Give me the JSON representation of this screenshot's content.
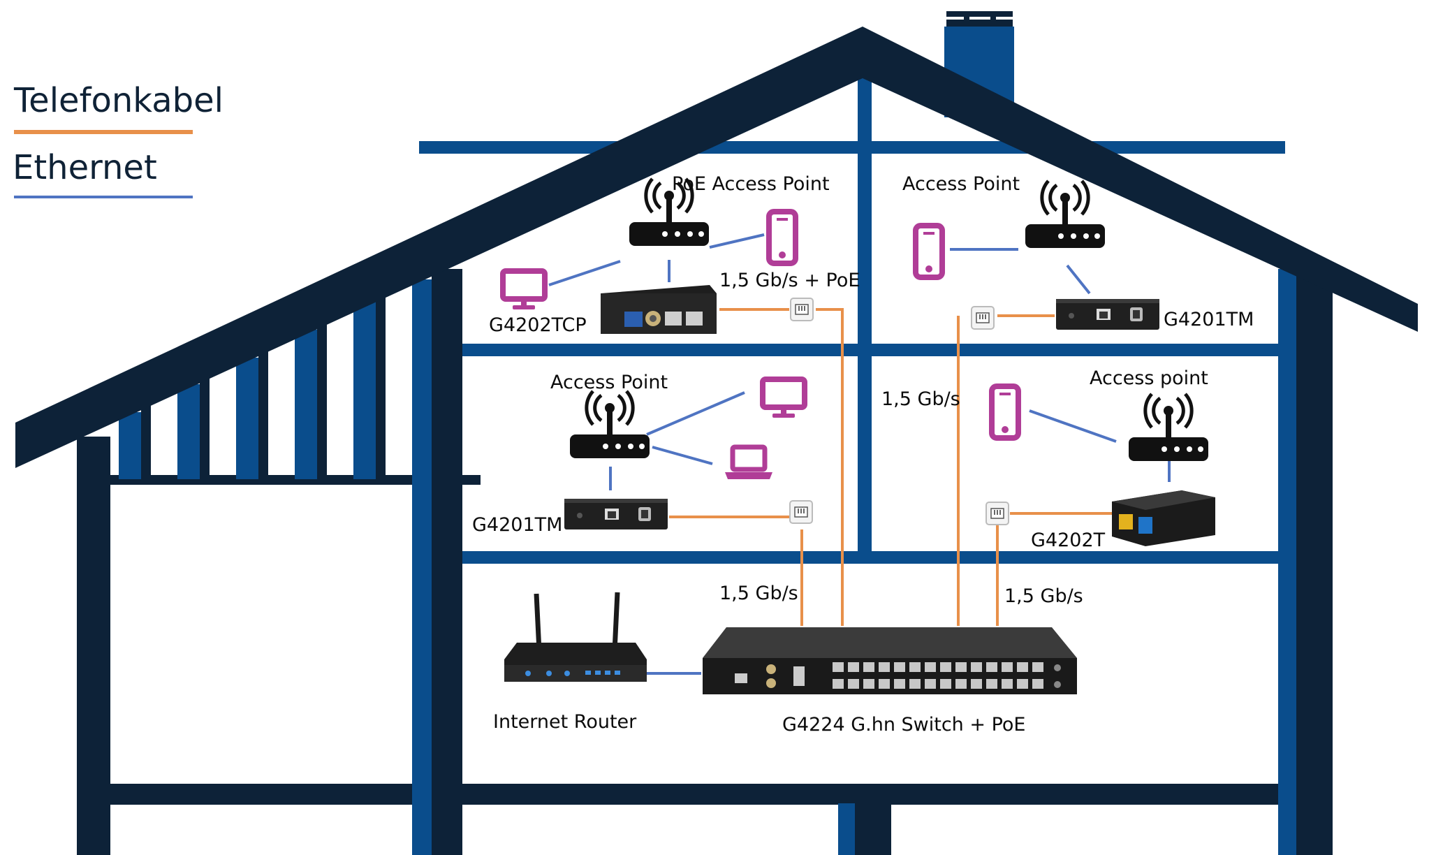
{
  "legend": {
    "phone_cable": "Telefonkabel",
    "ethernet": "Ethernet"
  },
  "labels": {
    "poe_access_point": "PoE Access Point",
    "access_point_top_right": "Access Point",
    "access_point_mid_left": "Access Point",
    "access_point_mid_right": "Access point",
    "g4202tcp": "G4202TCP",
    "g4201tm_top": "G4201TM",
    "g4201tm_mid": "G4201TM",
    "g4202t": "G4202T",
    "speed_poe": "1,5 Gb/s + PoE",
    "speed_mid": "1,5 Gb/s",
    "speed_low_left": "1,5 Gb/s",
    "speed_low_right": "1,5 Gb/s",
    "internet_router": "Internet Router",
    "switch": "G4224 G.hn Switch + PoE"
  },
  "colors": {
    "roof_dark": "#0d2238",
    "wall_blue": "#0a4d8c",
    "phone_cable": "#e8904a",
    "ethernet": "#4f74c2",
    "client_device": "#b03d97",
    "device_black": "#111111"
  },
  "icons": {
    "access_point": "wifi-router-icon",
    "phone": "smartphone-icon",
    "monitor": "monitor-icon",
    "laptop": "laptop-icon",
    "wall_jack": "phone-jack-icon",
    "adapter": "ghn-adapter-icon",
    "router": "internet-router-icon",
    "switch": "ghn-switch-icon"
  }
}
